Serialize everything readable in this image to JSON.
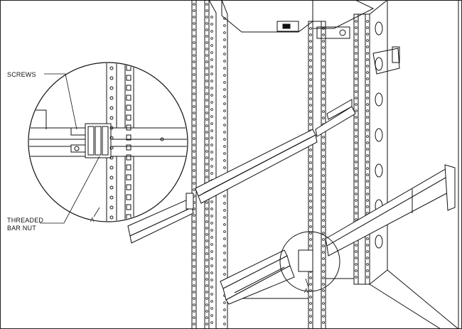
{
  "labels": {
    "screws": "SCREWS",
    "threaded_line1": "THREADED",
    "threaded_line2": "BAR NUT",
    "detail_ref_left": "A",
    "detail_ref_right": "A"
  },
  "colors": {
    "line": "#111111",
    "background": "#ffffff",
    "frame": "#222222"
  }
}
